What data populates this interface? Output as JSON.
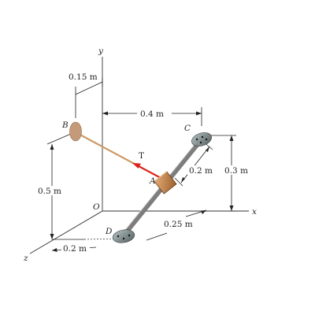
{
  "axes": {
    "x": "x",
    "y": "y",
    "z": "z",
    "origin": "O"
  },
  "points": {
    "A": "A",
    "B": "B",
    "C": "C",
    "D": "D"
  },
  "force": {
    "label": "T",
    "color": "#e0201b"
  },
  "dimensions": {
    "d_015": "0.15 m",
    "d_04": "0.4 m",
    "d_02_top": "0.2 m",
    "d_03": "0.3 m",
    "d_05": "0.5 m",
    "d_025": "0.25 m",
    "d_02_bottom": "0.2 m"
  },
  "colors": {
    "cord": "#cc9a66",
    "anchor_disc": "#c49a78",
    "collar": "#c8864a",
    "rod": "#8a8a8a",
    "bracket": "#7f8c8d"
  }
}
